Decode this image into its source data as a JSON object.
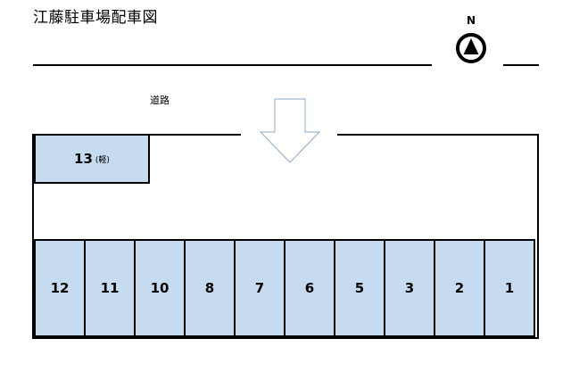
{
  "title": "江藤駐車場配車図",
  "compass": {
    "letter": "N",
    "icon": "north-arrow-icon"
  },
  "road_label": "道路",
  "entrance_arrow_icon": "down-arrow-icon",
  "spaces": {
    "top": {
      "number": "13",
      "note": "(軽)"
    },
    "row": [
      "12",
      "11",
      "10",
      "8",
      "7",
      "6",
      "5",
      "3",
      "2",
      "1"
    ]
  },
  "colors": {
    "space_fill": "#c6daf0",
    "line": "#000000"
  }
}
